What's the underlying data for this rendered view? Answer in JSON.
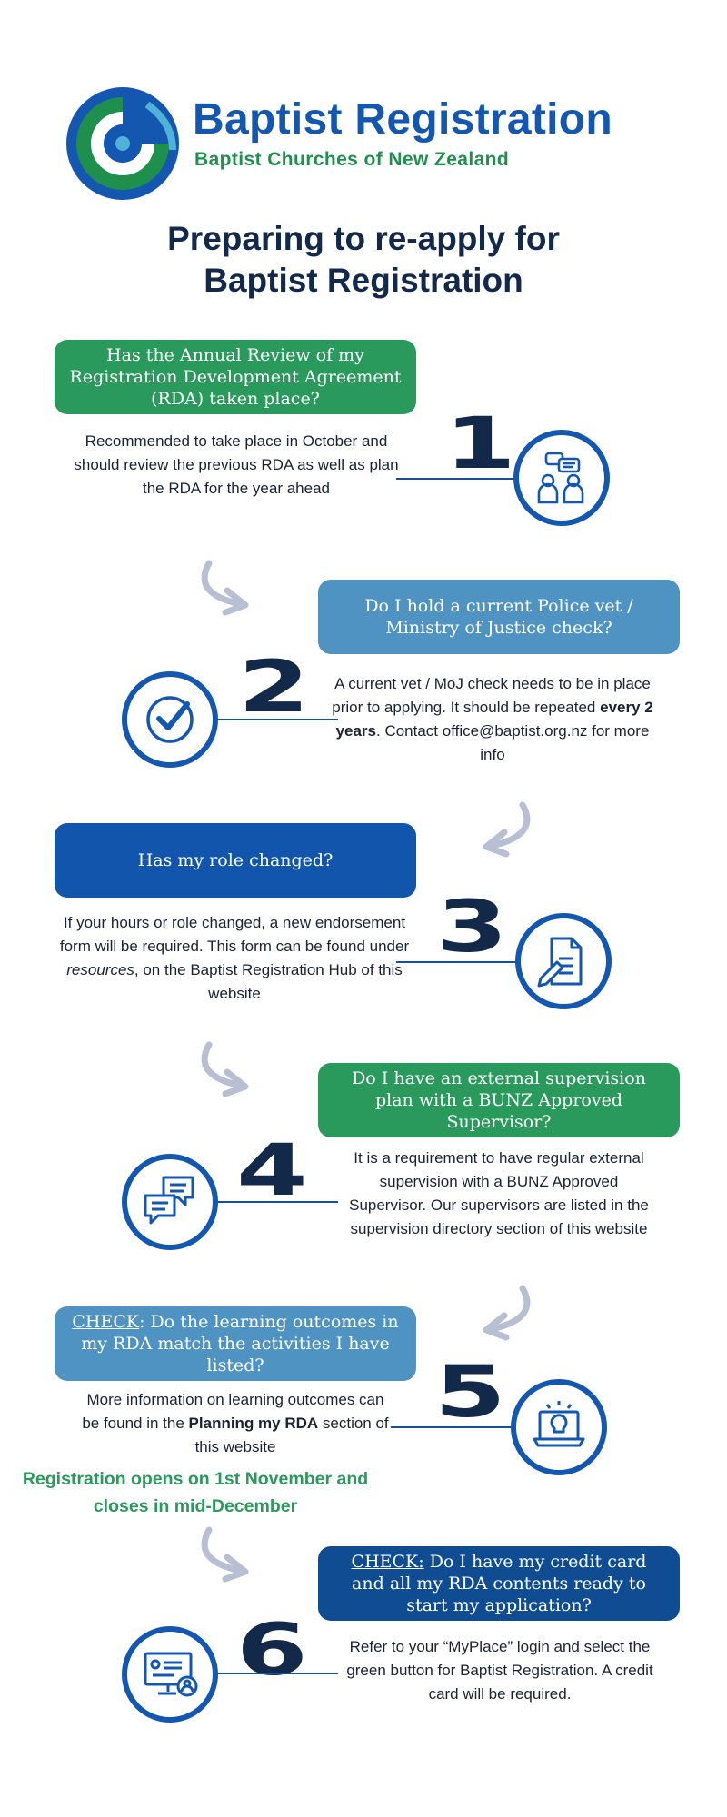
{
  "header": {
    "brand": "Baptist Registration",
    "subtitle": "Baptist Churches of New Zealand",
    "title_line1": "Preparing to re-apply for",
    "title_line2": "Baptist Registration"
  },
  "colors": {
    "green": "#2a9a5c",
    "light_blue": "#4f93c2",
    "dark_blue": "#1156ac",
    "navy": "#13294b"
  },
  "steps": [
    {
      "number": "1",
      "question": "Has the Annual Review of my Registration Development Agreement (RDA)  taken place?",
      "body": "Recommended to take place in October and should review the previous RDA as well as plan the RDA for the year ahead",
      "icon": "meeting-people-icon"
    },
    {
      "number": "2",
      "question": "Do I hold a current Police vet / Ministry of Justice check?",
      "body_pre": "A current vet / MoJ check needs to be in place prior to applying. It should be repeated ",
      "body_bold": "every 2 years",
      "body_post": ". Contact office@baptist.org.nz for more info",
      "icon": "checkmark-icon"
    },
    {
      "number": "3",
      "question": "Has my role changed?",
      "body_pre": "If your hours or role changed, a new endorsement form will be required. This form can be found under ",
      "body_italic": "resources",
      "body_post": ", on the Baptist Registration Hub of this website",
      "icon": "document-edit-icon"
    },
    {
      "number": "4",
      "question": "Do I have an external supervision plan with a BUNZ Approved Supervisor?",
      "body": "It is a requirement to have regular external supervision with a BUNZ Approved Supervisor. Our supervisors are listed in the supervision directory section of this website",
      "icon": "chat-bubbles-icon"
    },
    {
      "number": "5",
      "question_prefix": "CHECK",
      "question": ": Do the learning outcomes in my RDA match the activities I have listed?",
      "body_pre": "More information on learning outcomes can be found in the ",
      "body_bold": "Planning my RDA",
      "body_post": " section of this website",
      "icon": "laptop-idea-icon"
    },
    {
      "number": "6",
      "question_prefix": "CHECK:",
      "question": " Do I have my credit card and all my RDA contents ready to start my application?",
      "body": "Refer to your “MyPlace” login and select the green button for Baptist Registration. A credit card will be required.",
      "icon": "computer-user-icon"
    }
  ],
  "notice": "Registration opens on 1st November and closes in mid-December"
}
